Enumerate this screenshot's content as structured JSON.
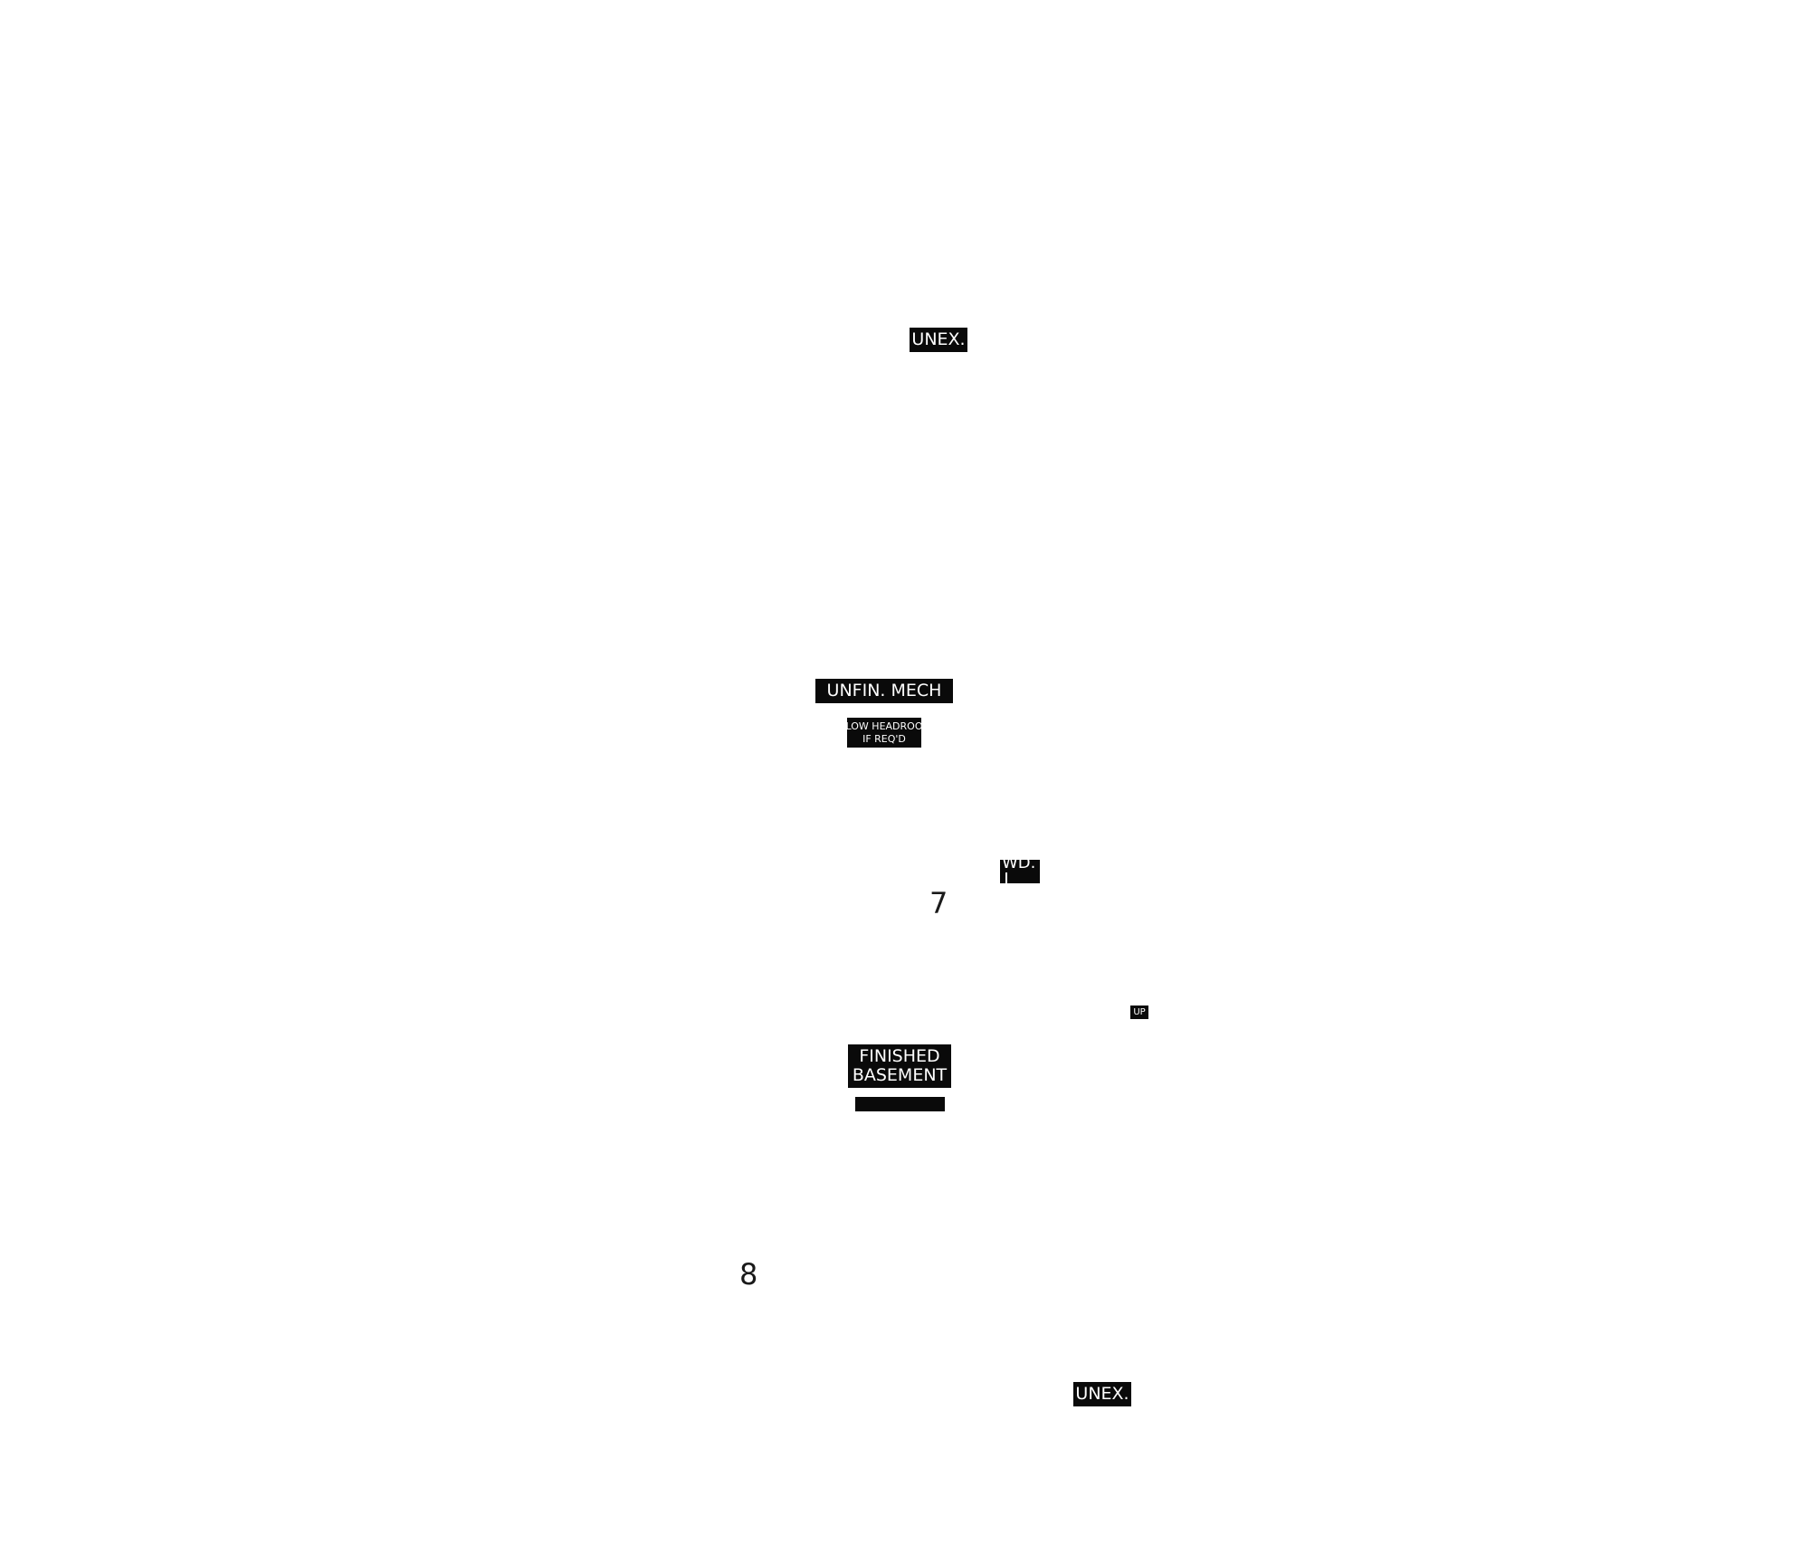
{
  "tags": {
    "unex_top": "UNEX.",
    "unfin_mech": "UNFIN. MECH",
    "low_headroom": [
      "LOW HEADROO",
      "IF REQ'D"
    ],
    "wd": "WD.",
    "up": "UP",
    "finished_basement": [
      "FINISHED",
      "BASEMENT"
    ],
    "sub_bar": "",
    "unex_bottom": "UNEX."
  },
  "room_numbers": {
    "seven": "7",
    "eight": "8"
  },
  "colors": {
    "tag_background": "#0a0a0a",
    "tag_text": "#ffffff",
    "page_background": "#ffffff"
  }
}
